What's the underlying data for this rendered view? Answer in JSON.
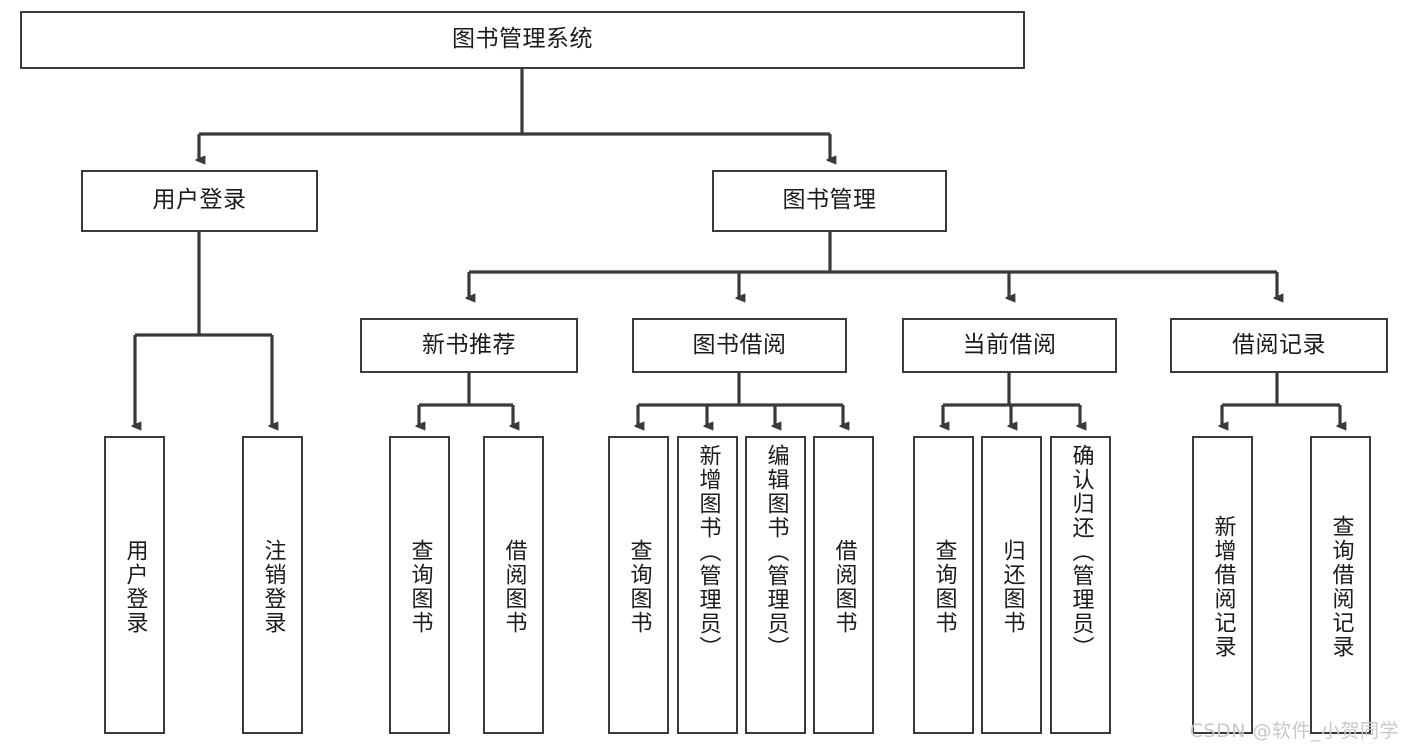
{
  "diagram": {
    "type": "tree-hierarchy-chart",
    "title": "图书管理系统",
    "watermark": "CSDN @软件_小贺同学",
    "colors": {
      "box_border": "#3a3a3a",
      "box_fill": "#ffffff",
      "connector": "#3a3a3a",
      "text": "#1b1b1b",
      "watermark": "#c9c9c9"
    },
    "root": {
      "id": "root",
      "label": "图书管理系统"
    },
    "level1": [
      {
        "id": "user-login",
        "label": "用户登录"
      },
      {
        "id": "book-manage",
        "label": "图书管理"
      }
    ],
    "level2": [
      {
        "id": "new-book-recommend",
        "label": "新书推荐",
        "parent": "book-manage"
      },
      {
        "id": "book-borrow",
        "label": "图书借阅",
        "parent": "book-manage"
      },
      {
        "id": "current-borrow",
        "label": "当前借阅",
        "parent": "book-manage"
      },
      {
        "id": "borrow-record",
        "label": "借阅记录",
        "parent": "book-manage"
      }
    ],
    "leaves": {
      "user_login": [
        {
          "id": "leaf-user-login",
          "label": "用户登录"
        },
        {
          "id": "leaf-logout",
          "label": "注销登录"
        }
      ],
      "new_book_recommend": [
        {
          "id": "leaf-query-book-1",
          "label": "查询图书"
        },
        {
          "id": "leaf-borrow-book-1",
          "label": "借阅图书"
        }
      ],
      "book_borrow": [
        {
          "id": "leaf-query-book-2",
          "label": "查询图书"
        },
        {
          "id": "leaf-add-book",
          "label": "新增图书（管理员）"
        },
        {
          "id": "leaf-edit-book",
          "label": "编辑图书（管理员）"
        },
        {
          "id": "leaf-borrow-book-2",
          "label": "借阅图书"
        }
      ],
      "current_borrow": [
        {
          "id": "leaf-query-book-3",
          "label": "查询图书"
        },
        {
          "id": "leaf-return-book",
          "label": "归还图书"
        },
        {
          "id": "leaf-confirm-return",
          "label": "确认归还（管理员）"
        }
      ],
      "borrow_record": [
        {
          "id": "leaf-add-record",
          "label": "新增借阅记录"
        },
        {
          "id": "leaf-query-record",
          "label": "查询借阅记录"
        }
      ]
    }
  }
}
